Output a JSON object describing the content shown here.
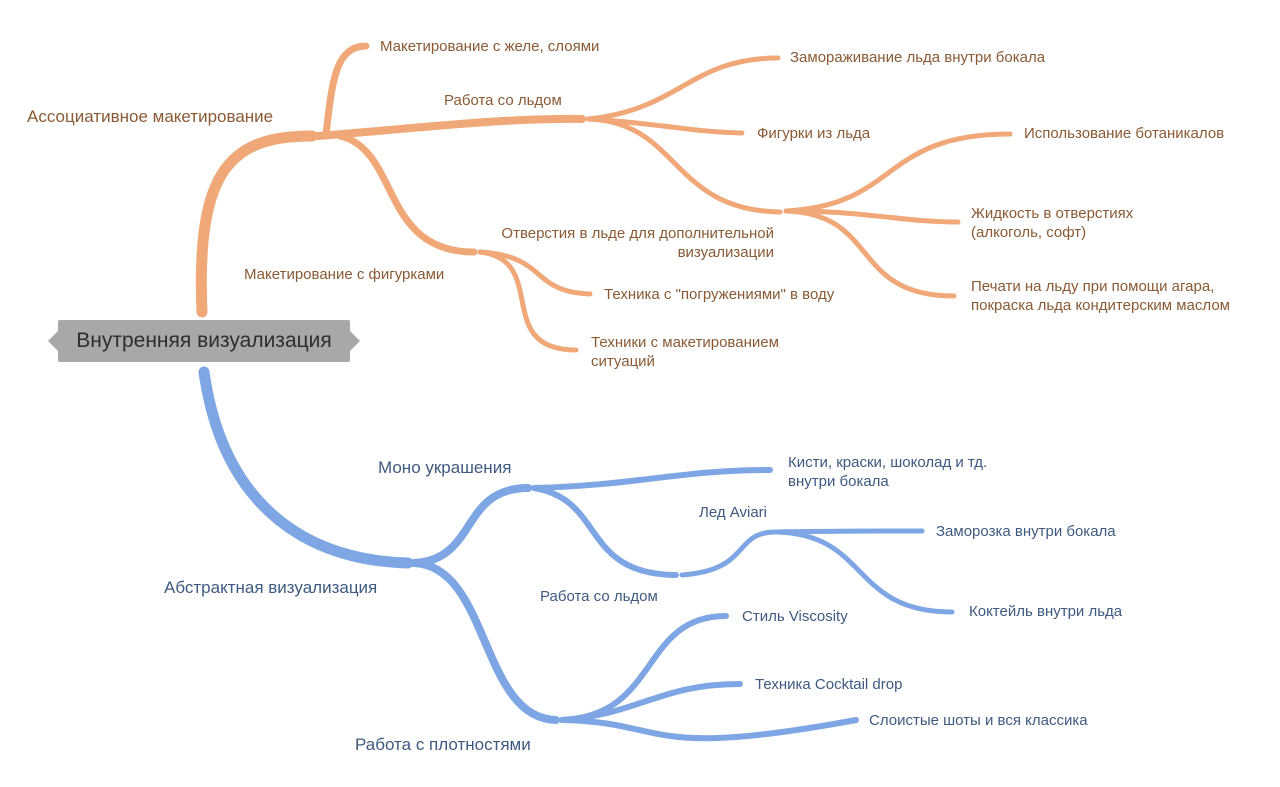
{
  "colors": {
    "orange": "#f0a878",
    "blue": "#7ea6e4",
    "orange_text": "#8a5a35",
    "blue_text": "#3e5a80",
    "root_bg": "#a8a8a8"
  },
  "root": "Внутренняя визуализация",
  "orange": {
    "main": "Ассоциативное макетирование",
    "jelly": "Макетирование с желе, слоями",
    "ice": "Работа со льдом",
    "freeze": "Замораживание льда внутри бокала",
    "figures": "Фигурки из льда",
    "botanicals": "Использование ботаникалов",
    "liquid": [
      "Жидкость в отверстиях",
      "(алкоголь, софт)"
    ],
    "agar": [
      "Печати на льду при помощи агара,",
      "покраска льда кондитерским маслом"
    ],
    "holes": [
      "Отверстия в льде для дополнительной",
      "визуализации"
    ],
    "figure_mockup": "Макетирование с фигурками",
    "immersion": "Техника с \"погружениями\" в воду",
    "situations": [
      "Техники с макетированием",
      "ситуаций"
    ]
  },
  "blue": {
    "main": "Абстрактная визуализация",
    "mono": "Моно украшения",
    "brushes": [
      "Кисти, краски, шоколад и тд.",
      "внутри бокала"
    ],
    "aviari": "Лед Aviari",
    "frost": "Заморозка внутри бокала",
    "cocktail_ice": "Коктейль внутри льда",
    "ice_work": "Работа со льдом",
    "viscosity": "Стиль Viscosity",
    "cocktail_drop": "Техника Cocktail drop",
    "layered": "Слоистые шоты и вся классика",
    "density": "Работа с плотностями"
  }
}
